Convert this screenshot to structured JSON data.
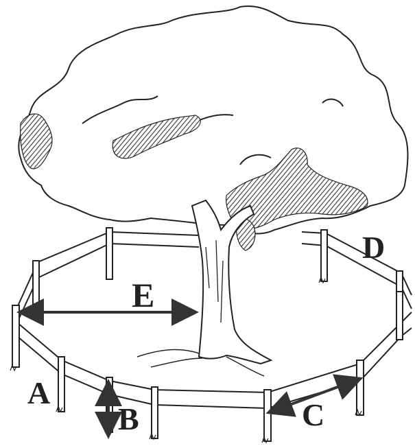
{
  "labels": {
    "a": "A",
    "b": "B",
    "c": "C",
    "d": "D",
    "e": "E"
  },
  "colors": {
    "ink": "#222222",
    "arrow": "#333333",
    "shade": "#555555",
    "background": "#ffffff"
  },
  "icons": {
    "tree": "tree-illustration",
    "fence": "post-and-rail-fence",
    "arrow_e": "double-arrow-horizontal",
    "arrow_b": "double-arrow-vertical",
    "arrow_c": "double-arrow-diagonal"
  }
}
